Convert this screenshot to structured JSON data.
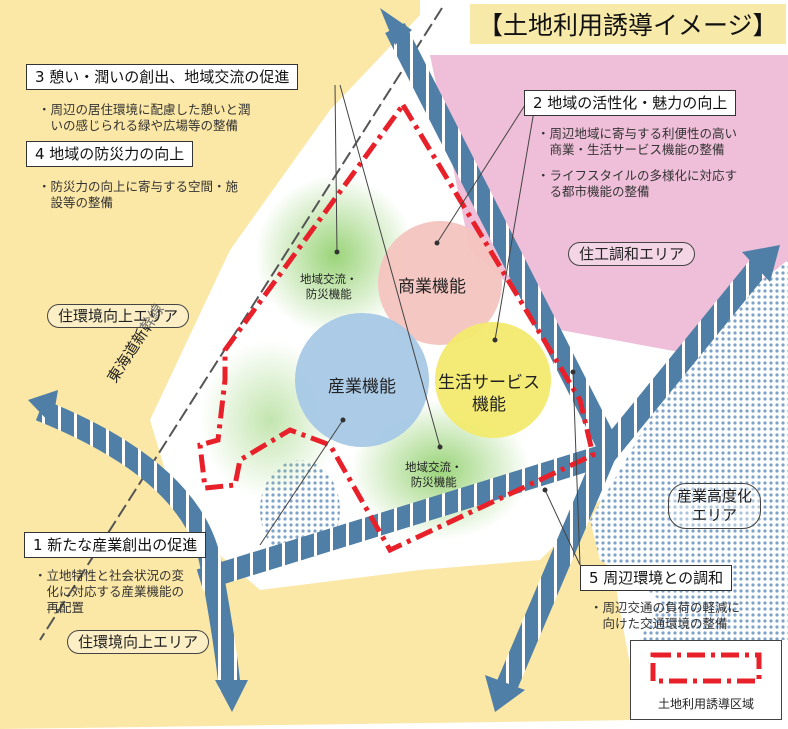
{
  "title": "【土地利用誘導イメージ】",
  "rail_label": "東海道新幹線",
  "areas": {
    "residential_upper": "住環境向上エリア",
    "residential_lower": "住環境向上エリア",
    "harmony": "住工調和エリア",
    "industrial_upgrade_line1": "産業高度化",
    "industrial_upgrade_line2": "エリア"
  },
  "functions": {
    "commerce": "商業機能",
    "industry": "産業機能",
    "life_service_line1": "生活サービス",
    "life_service_line2": "機能",
    "exchange_upper_line1": "地域交流・",
    "exchange_upper_line2": "防災機能",
    "exchange_lower_line1": "地域交流・",
    "exchange_lower_line2": "防災機能"
  },
  "policies": [
    {
      "heading": "3 憩い・潤いの創出、地域交流の促進",
      "bullets": [
        "・周辺の居住環境に配慮した憩いと潤",
        "　いの感じられる緑や広場等の整備"
      ]
    },
    {
      "heading": "4 地域の防災力の向上",
      "bullets": [
        "・防災力の向上に寄与する空間・施",
        "　設等の整備"
      ]
    },
    {
      "heading": "2 地域の活性化・魅力の向上",
      "bullets": [
        "・周辺地域に寄与する利便性の高い",
        "　商業・生活サービス機能の整備",
        "・ライフスタイルの多様化に対応す",
        "　る都市機能の整備"
      ]
    },
    {
      "heading": "1 新たな産業創出の促進",
      "bullets": [
        "・立地特性と社会状況の変",
        "　化に対応する産業機能の",
        "　再配置"
      ]
    },
    {
      "heading": "5 周辺環境との調和",
      "bullets": [
        "・周辺交通の負荷の軽減に",
        "　向けた交通環境の整備"
      ]
    }
  ],
  "legend": {
    "label": "土地利用誘導区域"
  },
  "colors": {
    "residential": "#fbe7a6",
    "harmony": "#efbfd9",
    "industrial_upgrade": "#b9cde3",
    "commerce": "#f4c4bf",
    "industry": "#a6c8e6",
    "life_service": "#f2ea6e",
    "greenery": "#9fd07a",
    "road_arrow": "#4f7fa6",
    "boundary": "#e8202a"
  }
}
